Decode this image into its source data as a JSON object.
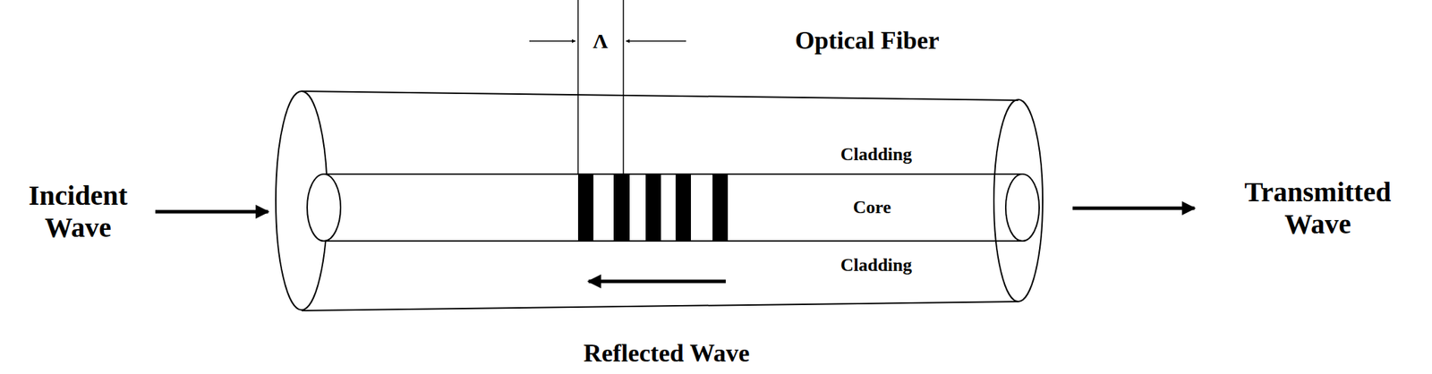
{
  "diagram": {
    "labels": [
      "Λ",
      "Optical Fiber",
      "Cladding",
      "Core",
      "Cladding",
      "Incident Wave",
      "Transmitted Wave",
      "Reflected Wave"
    ]
  }
}
